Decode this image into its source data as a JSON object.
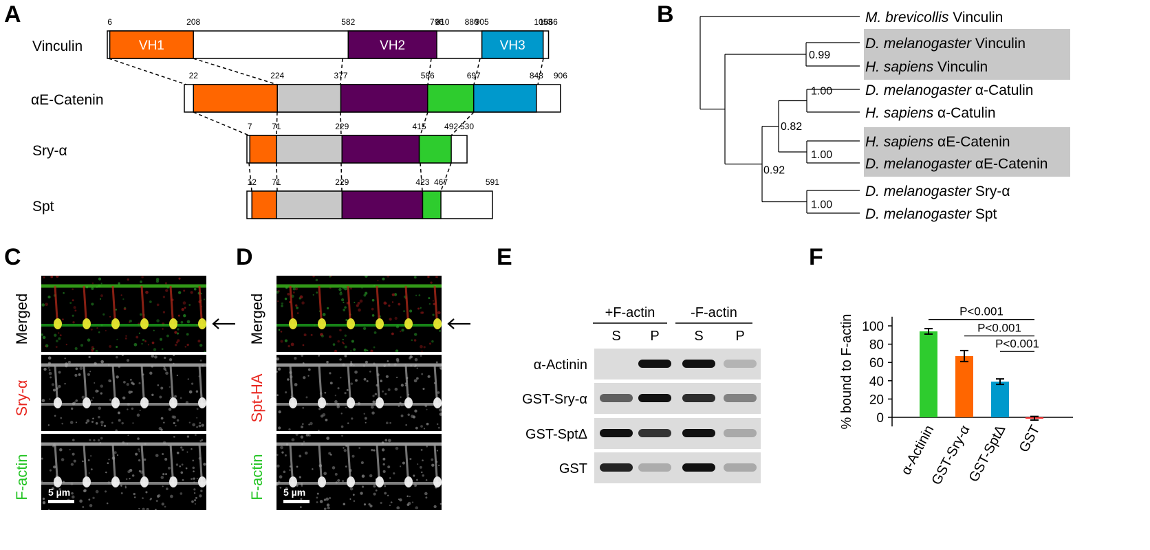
{
  "panels": {
    "a": "A",
    "b": "B",
    "c": "C",
    "d": "D",
    "e": "E",
    "f": "F"
  },
  "domains": {
    "colors": {
      "vh1": "#FF6600",
      "linker": "#C8C8C8",
      "vh2": "#5B005A",
      "green": "#2ECC2E",
      "vh3": "#0099CC"
    },
    "proteins": [
      {
        "name": "Vinculin",
        "length": 1066,
        "marks": [
          "6",
          "208",
          "582",
          "796",
          "810",
          "880",
          "905",
          "1053",
          "1066"
        ],
        "segments": [
          {
            "type": "vh1",
            "start": 6,
            "end": 208,
            "label": "VH1"
          },
          {
            "type": "vh2",
            "start": 582,
            "end": 796,
            "label": "VH2"
          },
          {
            "type": "vh3",
            "start": 905,
            "end": 1053,
            "label": "VH3"
          }
        ]
      },
      {
        "name": "αE-Catenin",
        "length": 906,
        "marks": [
          "22",
          "224",
          "377",
          "586",
          "697",
          "848",
          "906"
        ],
        "segments": [
          {
            "type": "vh1",
            "start": 22,
            "end": 224,
            "label": ""
          },
          {
            "type": "linker",
            "start": 224,
            "end": 377,
            "label": ""
          },
          {
            "type": "vh2",
            "start": 377,
            "end": 586,
            "label": ""
          },
          {
            "type": "green",
            "start": 586,
            "end": 697,
            "label": ""
          },
          {
            "type": "vh3",
            "start": 697,
            "end": 848,
            "label": ""
          }
        ]
      },
      {
        "name": "Sry-α",
        "length": 530,
        "marks": [
          "7",
          "71",
          "229",
          "415",
          "492",
          "530"
        ],
        "segments": [
          {
            "type": "vh1",
            "start": 7,
            "end": 71,
            "label": ""
          },
          {
            "type": "linker",
            "start": 71,
            "end": 229,
            "label": ""
          },
          {
            "type": "vh2",
            "start": 229,
            "end": 415,
            "label": ""
          },
          {
            "type": "green",
            "start": 415,
            "end": 492,
            "label": ""
          }
        ]
      },
      {
        "name": "Spt",
        "length": 591,
        "marks": [
          "12",
          "71",
          "229",
          "423",
          "467",
          "591"
        ],
        "segments": [
          {
            "type": "vh1",
            "start": 12,
            "end": 71,
            "label": ""
          },
          {
            "type": "linker",
            "start": 71,
            "end": 229,
            "label": ""
          },
          {
            "type": "vh2",
            "start": 229,
            "end": 423,
            "label": ""
          },
          {
            "type": "green",
            "start": 423,
            "end": 467,
            "label": ""
          }
        ]
      }
    ]
  },
  "tree": {
    "leaves": [
      {
        "italic": "M. brevicollis",
        "plain": " Vinculin",
        "highlight": false
      },
      {
        "italic": "D. melanogaster",
        "plain": " Vinculin",
        "highlight": true
      },
      {
        "italic": "H. sapiens",
        "plain": " Vinculin",
        "highlight": true
      },
      {
        "italic": "D. melanogaster",
        "plain": " α-Catulin",
        "highlight": false
      },
      {
        "italic": "H. sapiens",
        "plain": " α-Catulin",
        "highlight": false
      },
      {
        "italic": "H. sapiens",
        "plain": " αE-Catenin",
        "highlight": true
      },
      {
        "italic": "D. melanogaster",
        "plain": " αE-Catenin",
        "highlight": true
      },
      {
        "italic": "D. melanogaster",
        "plain": " Sry-α",
        "highlight": false
      },
      {
        "italic": "D. melanogaster",
        "plain": " Spt",
        "highlight": false
      }
    ],
    "support": [
      "0.99",
      "1.00",
      "0.82",
      "1.00",
      "0.92",
      "1.00"
    ]
  },
  "micrographs": {
    "c": {
      "labels": [
        "Merged",
        "Sry-α",
        "F-actin"
      ],
      "scale": "5 µm"
    },
    "d": {
      "labels": [
        "Merged",
        "Spt-HA",
        "F-actin"
      ],
      "scale": "5 µm"
    },
    "label_colors": {
      "merged": "#000000",
      "red": "#E8261F",
      "green": "#22C422"
    }
  },
  "blot": {
    "groups": [
      "+F-actin",
      "-F-actin"
    ],
    "lanes": [
      "S",
      "P",
      "S",
      "P"
    ],
    "rows": [
      {
        "label": "α-Actinin",
        "intensity": [
          0.0,
          1.0,
          1.0,
          0.05
        ]
      },
      {
        "label": "GST-Sry-α",
        "intensity": [
          0.55,
          1.0,
          0.85,
          0.35
        ]
      },
      {
        "label": "GST-SptΔ",
        "intensity": [
          1.0,
          0.8,
          1.0,
          0.12
        ]
      },
      {
        "label": "GST",
        "intensity": [
          0.9,
          0.1,
          1.0,
          0.12
        ]
      }
    ]
  },
  "chart_data": {
    "type": "bar",
    "categories": [
      "α-Actinin",
      "GST-Sry-α",
      "GST-SptΔ",
      "GST"
    ],
    "values": [
      94,
      67,
      39,
      -1
    ],
    "errors": [
      3,
      6,
      3,
      2
    ],
    "colors": [
      "#2ECC2E",
      "#FF6600",
      "#0099CC",
      "#FF3333"
    ],
    "ylabel": "% bound to F-actin",
    "ylim": [
      -10,
      110
    ],
    "yticks": [
      0,
      20,
      40,
      60,
      80,
      100
    ],
    "comparisons": [
      {
        "from": 0,
        "to": 3,
        "label": "P<0.001"
      },
      {
        "from": 1,
        "to": 3,
        "label": "P<0.001"
      },
      {
        "from": 2,
        "to": 3,
        "label": "P<0.001"
      }
    ]
  }
}
